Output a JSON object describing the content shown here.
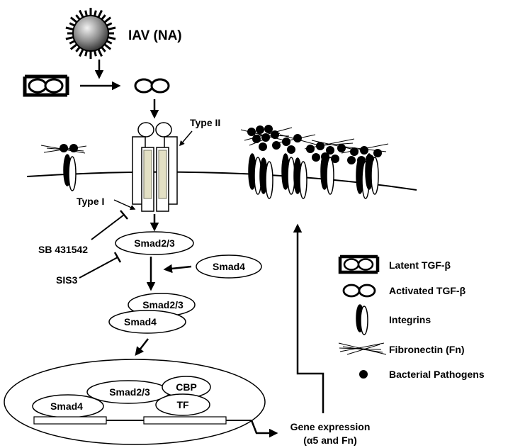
{
  "virus": {
    "label": "IAV (NA)"
  },
  "receptors": {
    "type2": "Type II",
    "type1": "Type I"
  },
  "inhibitors": {
    "sb": "SB 431542",
    "sis3": "SIS3"
  },
  "smads": {
    "smad23": "Smad2/3",
    "smad4_free": "Smad4",
    "complex_smad23": "Smad2/3",
    "complex_smad4": "Smad4"
  },
  "nucleus": {
    "smad4": "Smad4",
    "smad23": "Smad2/3",
    "cbp": "CBP",
    "tf": "TF"
  },
  "gene_expression": {
    "line1": "Gene expression",
    "line2": "(α5 and Fn)"
  },
  "legend": {
    "latent": "Latent TGF-β",
    "activated": "Activated TGF-β",
    "integrins": "Integrins",
    "fibronectin": "Fibronectin (Fn)",
    "bacteria": "Bacterial Pathogens"
  }
}
